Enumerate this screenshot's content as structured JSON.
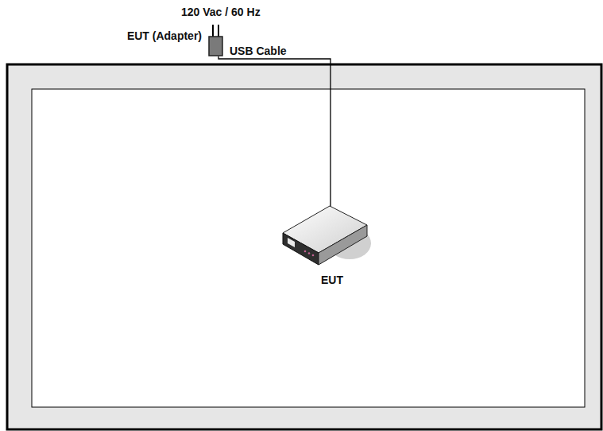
{
  "diagram": {
    "nodes": [
      {
        "text": [
          "EUT (Adapter)"
        ]
      },
      {
        "text": [
          "EUT"
        ]
      }
    ],
    "edges": [
      {
        "from": 0,
        "to": 1,
        "label": "USB Cable",
        "arrow": "none"
      }
    ],
    "labels": [
      "120 Vac / 60 Hz"
    ]
  }
}
